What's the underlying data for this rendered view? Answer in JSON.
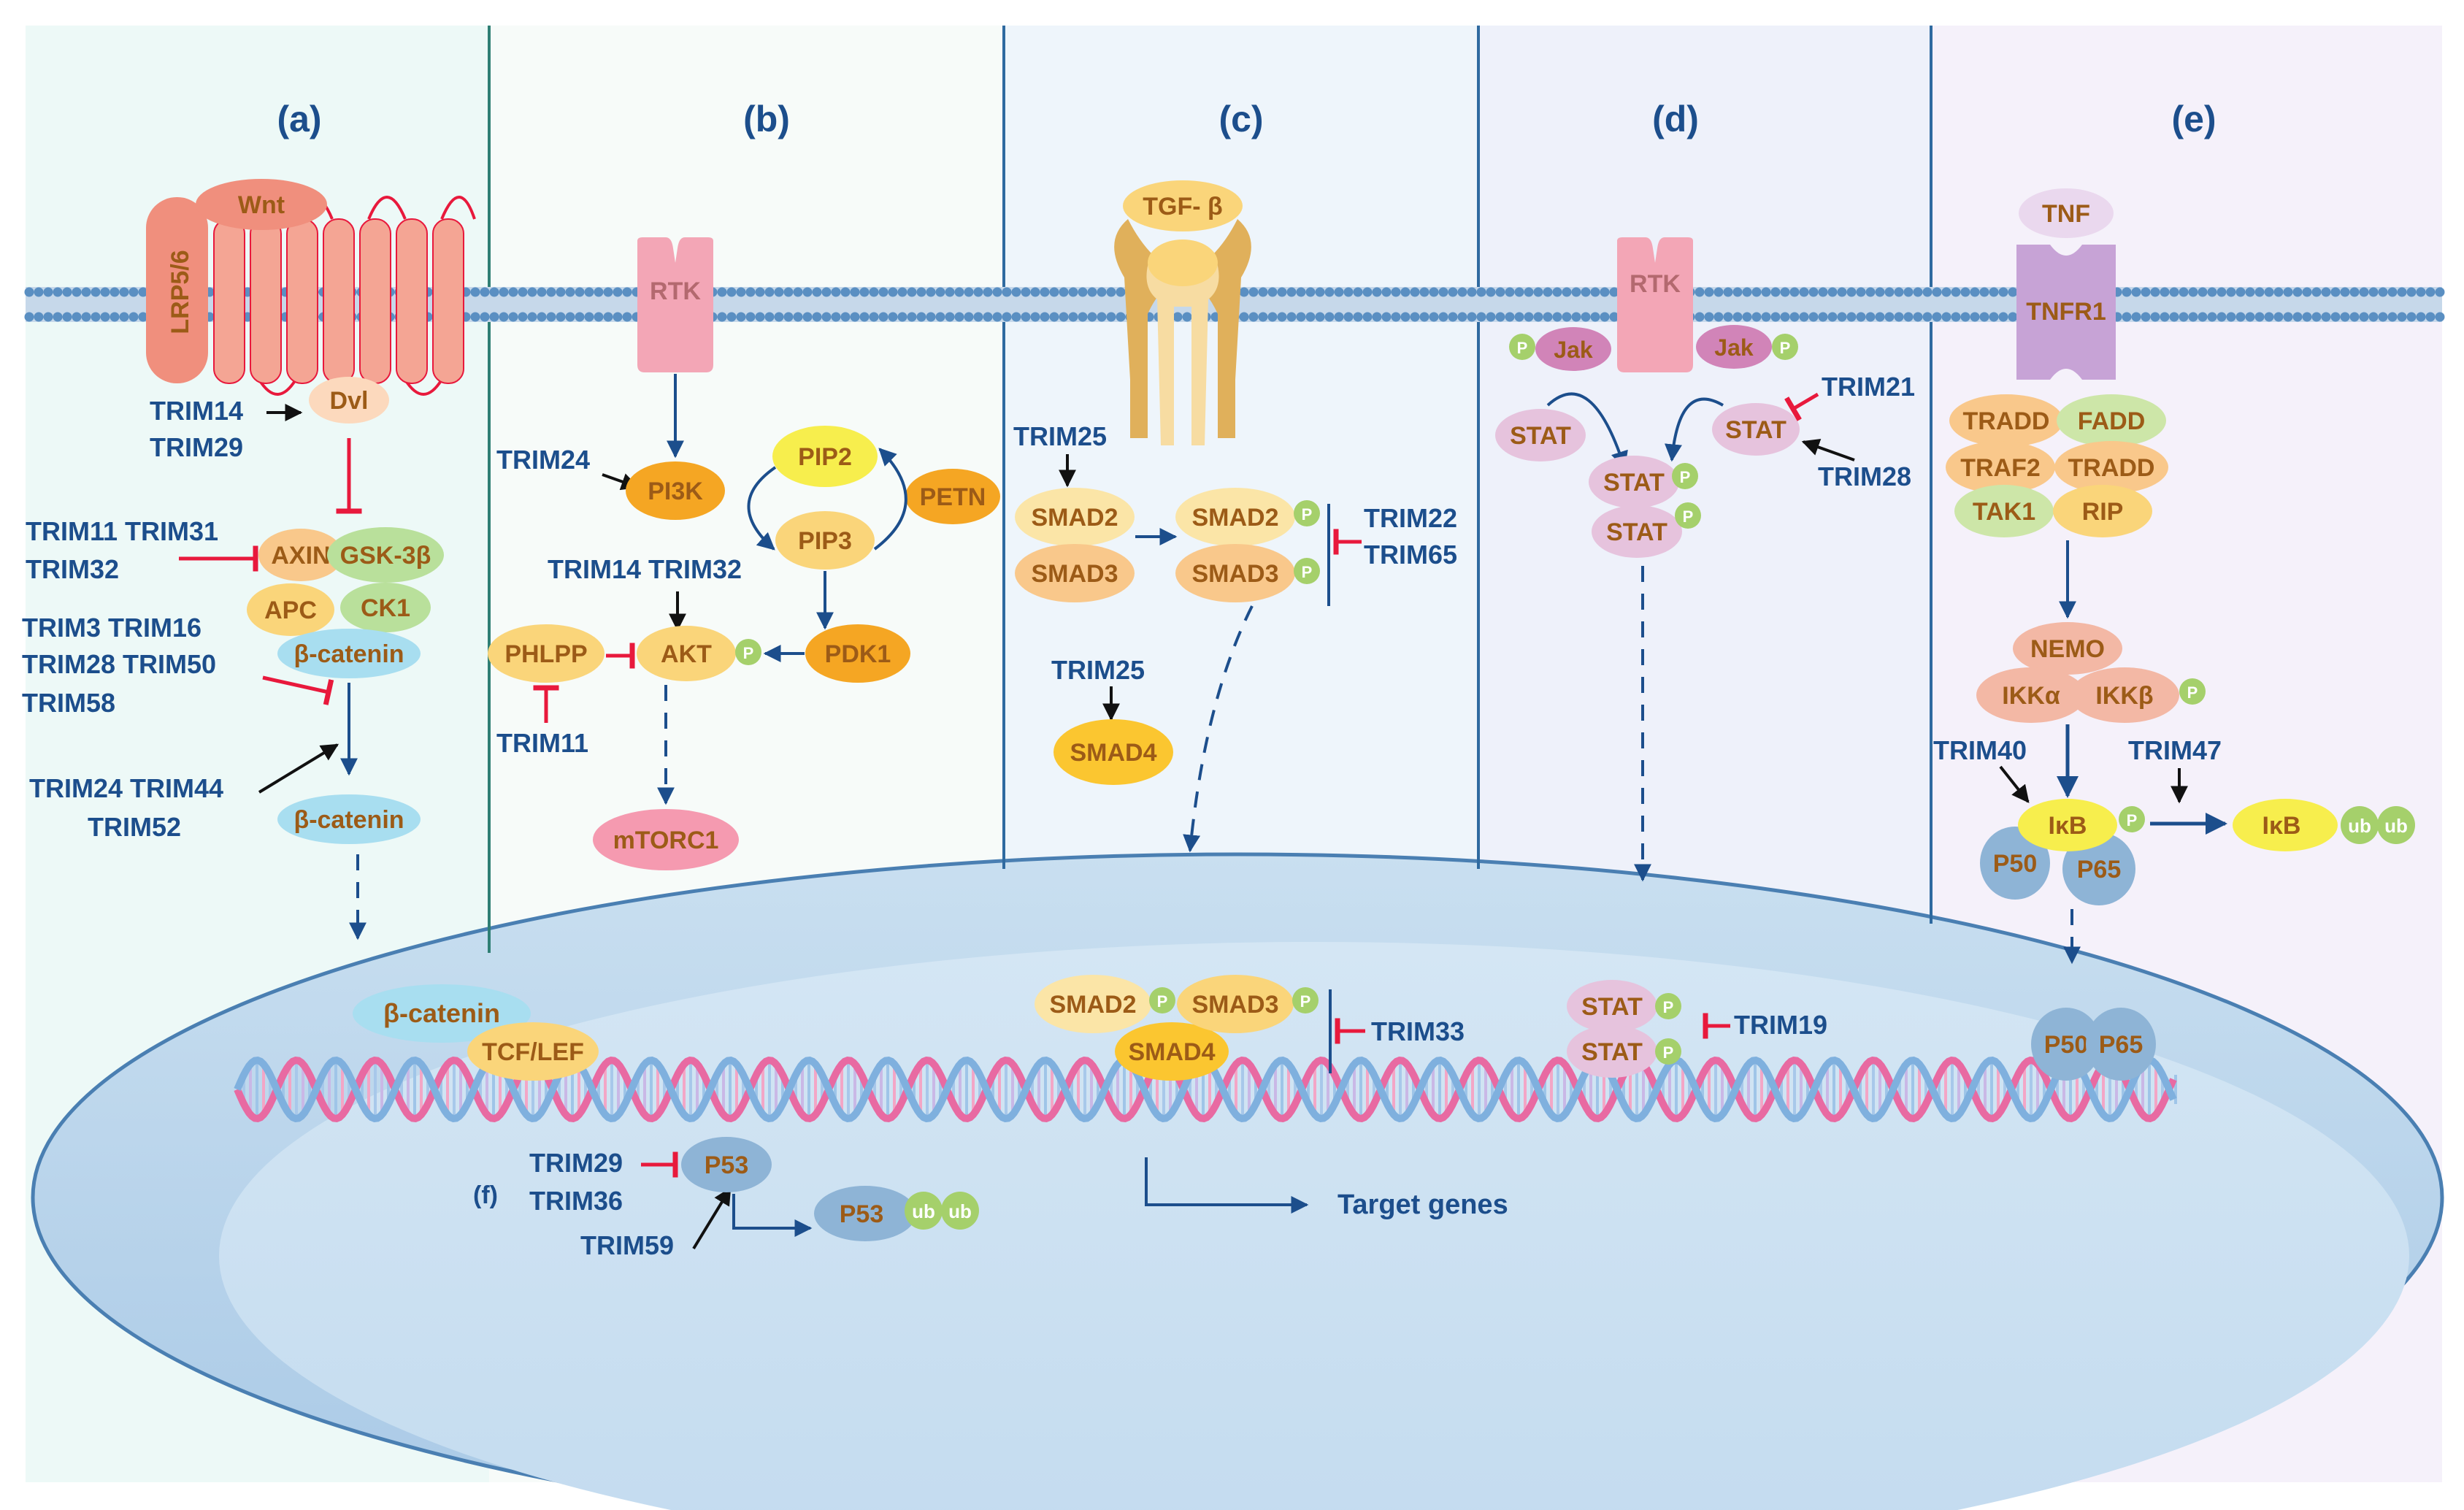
{
  "panels": {
    "a": "(a)",
    "b": "(b)",
    "c": "(c)",
    "d": "(d)",
    "e": "(e)",
    "f": "(f)"
  },
  "phospho": "P",
  "ub": "ub",
  "a": {
    "wnt": "Wnt",
    "lrp": "LRP5/6",
    "dvl": "Dvl",
    "trim14": "TRIM14",
    "trim29": "TRIM29",
    "trim11_31": "TRIM11 TRIM31",
    "trim32": "TRIM32",
    "axin": "AXIN",
    "gsk": "GSK-3β",
    "apc": "APC",
    "ck1": "CK1",
    "catenin": "β-catenin",
    "trim3_16": "TRIM3 TRIM16",
    "trim28_50": "TRIM28 TRIM50",
    "trim58": "TRIM58",
    "trim24_44": "TRIM24 TRIM44",
    "trim52": "TRIM52"
  },
  "b": {
    "rtk": "RTK",
    "pi3k": "PI3K",
    "trim24": "TRIM24",
    "pip2": "PIP2",
    "pip3": "PIP3",
    "petn": "PETN",
    "trim14_32": "TRIM14 TRIM32",
    "phlpp": "PHLPP",
    "akt": "AKT",
    "pdk1": "PDK1",
    "trim11": "TRIM11",
    "mtorc1": "mTORC1"
  },
  "c": {
    "tgf": "TGF- β",
    "trim25": "TRIM25",
    "smad2": "SMAD2",
    "smad3": "SMAD3",
    "smad4": "SMAD4",
    "trim22": "TRIM22",
    "trim65": "TRIM65"
  },
  "d": {
    "rtk": "RTK",
    "jak": "Jak",
    "stat": "STAT",
    "trim21": "TRIM21",
    "trim28": "TRIM28"
  },
  "e": {
    "tnf": "TNF",
    "tnfr1": "TNFR1",
    "tradd": "TRADD",
    "fadd": "FADD",
    "traf2": "TRAF2",
    "tak1": "TAK1",
    "rip": "RIP",
    "nemo": "NEMO",
    "ikka": "IKKα",
    "ikkb": "IKKβ",
    "trim40": "TRIM40",
    "trim47": "TRIM47",
    "ikb": "IκB",
    "p50": "P50",
    "p65": "P65"
  },
  "nucleus": {
    "catenin": "β-catenin",
    "tcf": "TCF/LEF",
    "smad2": "SMAD2",
    "smad3": "SMAD3",
    "smad4": "SMAD4",
    "trim33": "TRIM33",
    "stat": "STAT",
    "trim19": "TRIM19",
    "p50": "P50",
    "p65": "P65",
    "trim29": "TRIM29",
    "trim36": "TRIM36",
    "trim59": "TRIM59",
    "p53": "P53",
    "target": "Target genes"
  },
  "colors": {
    "activation": "#1c4e8c",
    "inhibition": "#e8193c",
    "trim_text": "#1c4e8c",
    "protein_text": "#9c5b17",
    "phospho": "#a5d06b",
    "ubiquitin": "#a5d06b"
  }
}
